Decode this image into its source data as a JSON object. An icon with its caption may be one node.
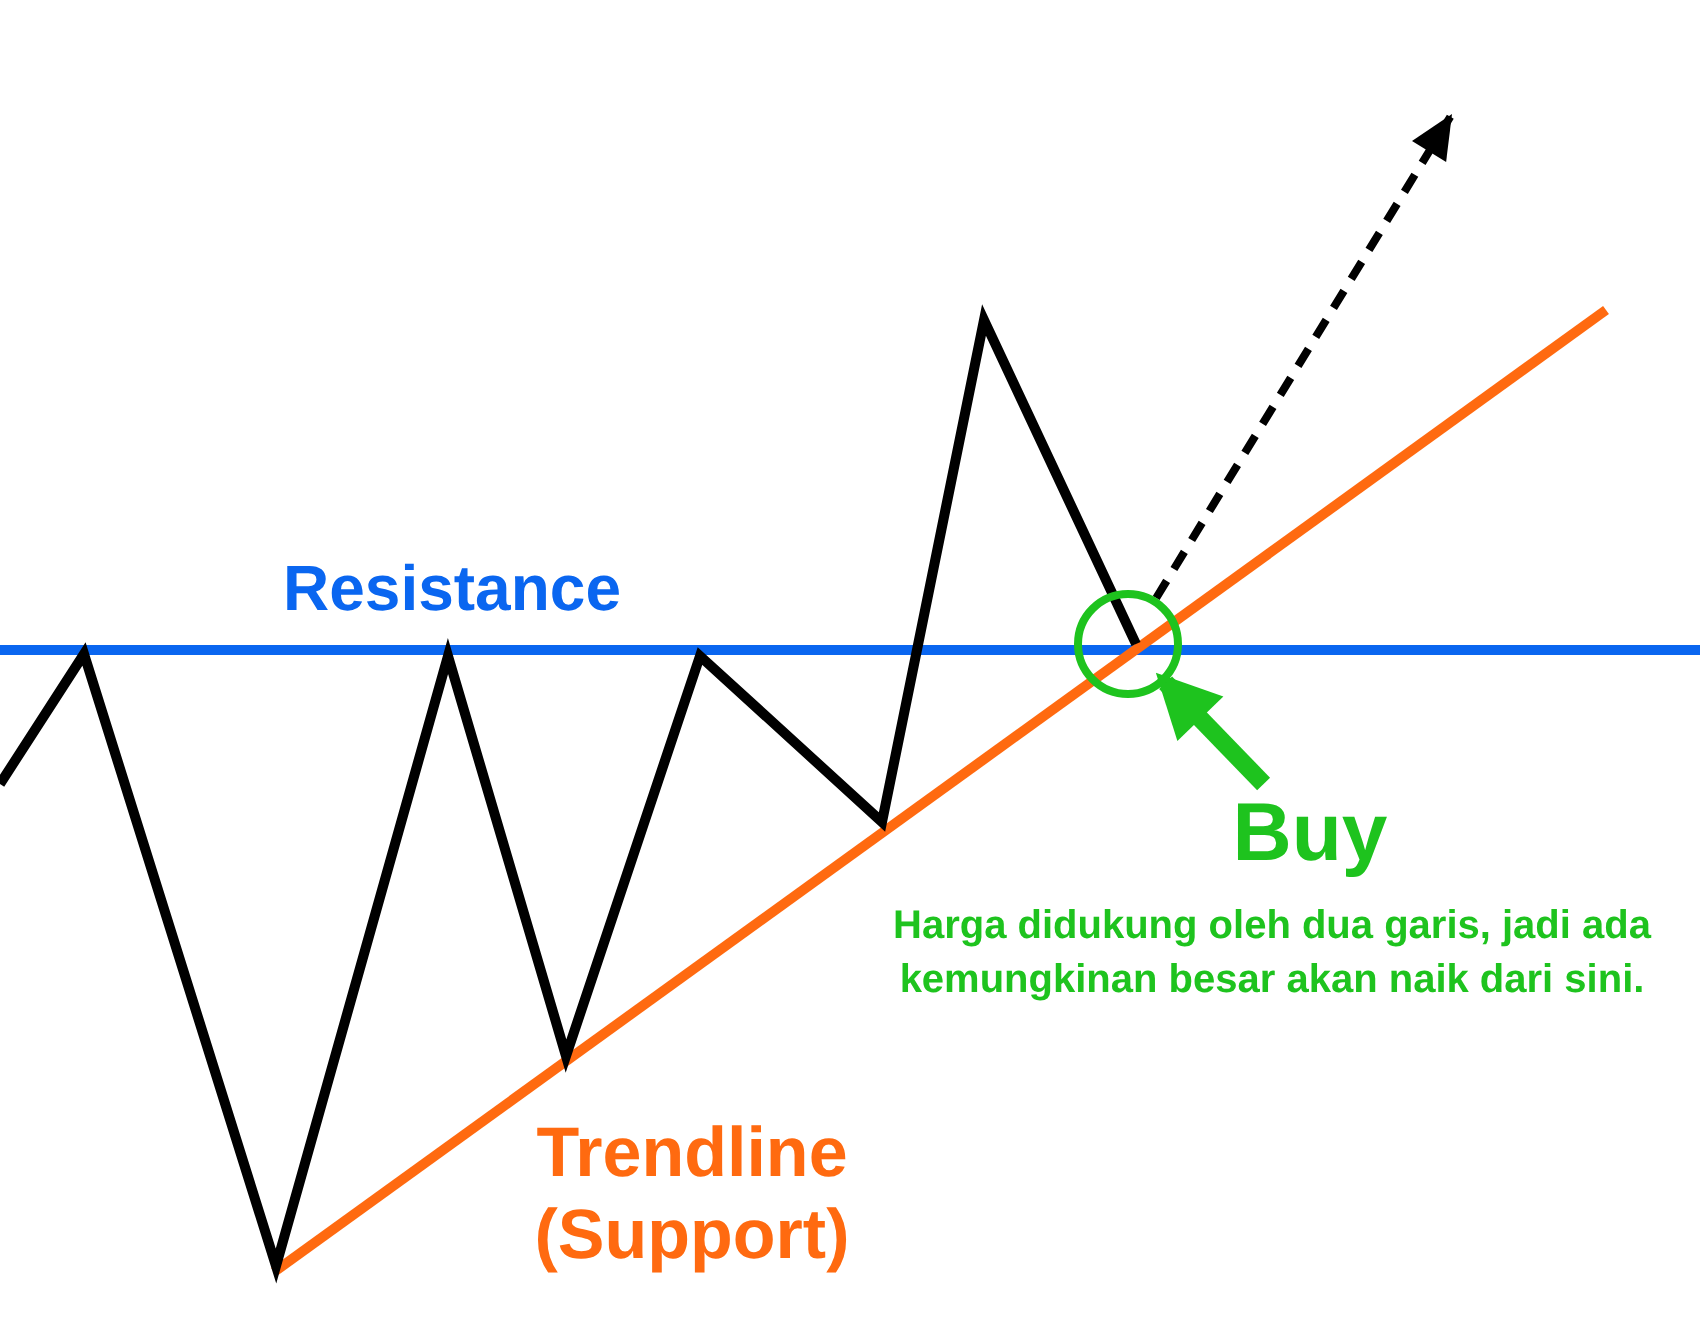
{
  "diagram": {
    "nodes": [
      {
        "text": [],
        "shape": "circle"
      },
      {
        "text": [
          "Buy"
        ]
      }
    ],
    "edges": [
      {
        "from": 1,
        "to": 0,
        "arrow": "to",
        "style": "thick",
        "color": "#1ec31e"
      },
      {
        "from": 0,
        "to": null,
        "arrow": "to",
        "style": "dashed",
        "color": "#000000"
      }
    ],
    "labels": [
      "Resistance",
      "Harga didukung oleh dua garis, jadi ada kemungkinan besar akan naik dari sini.",
      "Trendline (Support)"
    ]
  }
}
